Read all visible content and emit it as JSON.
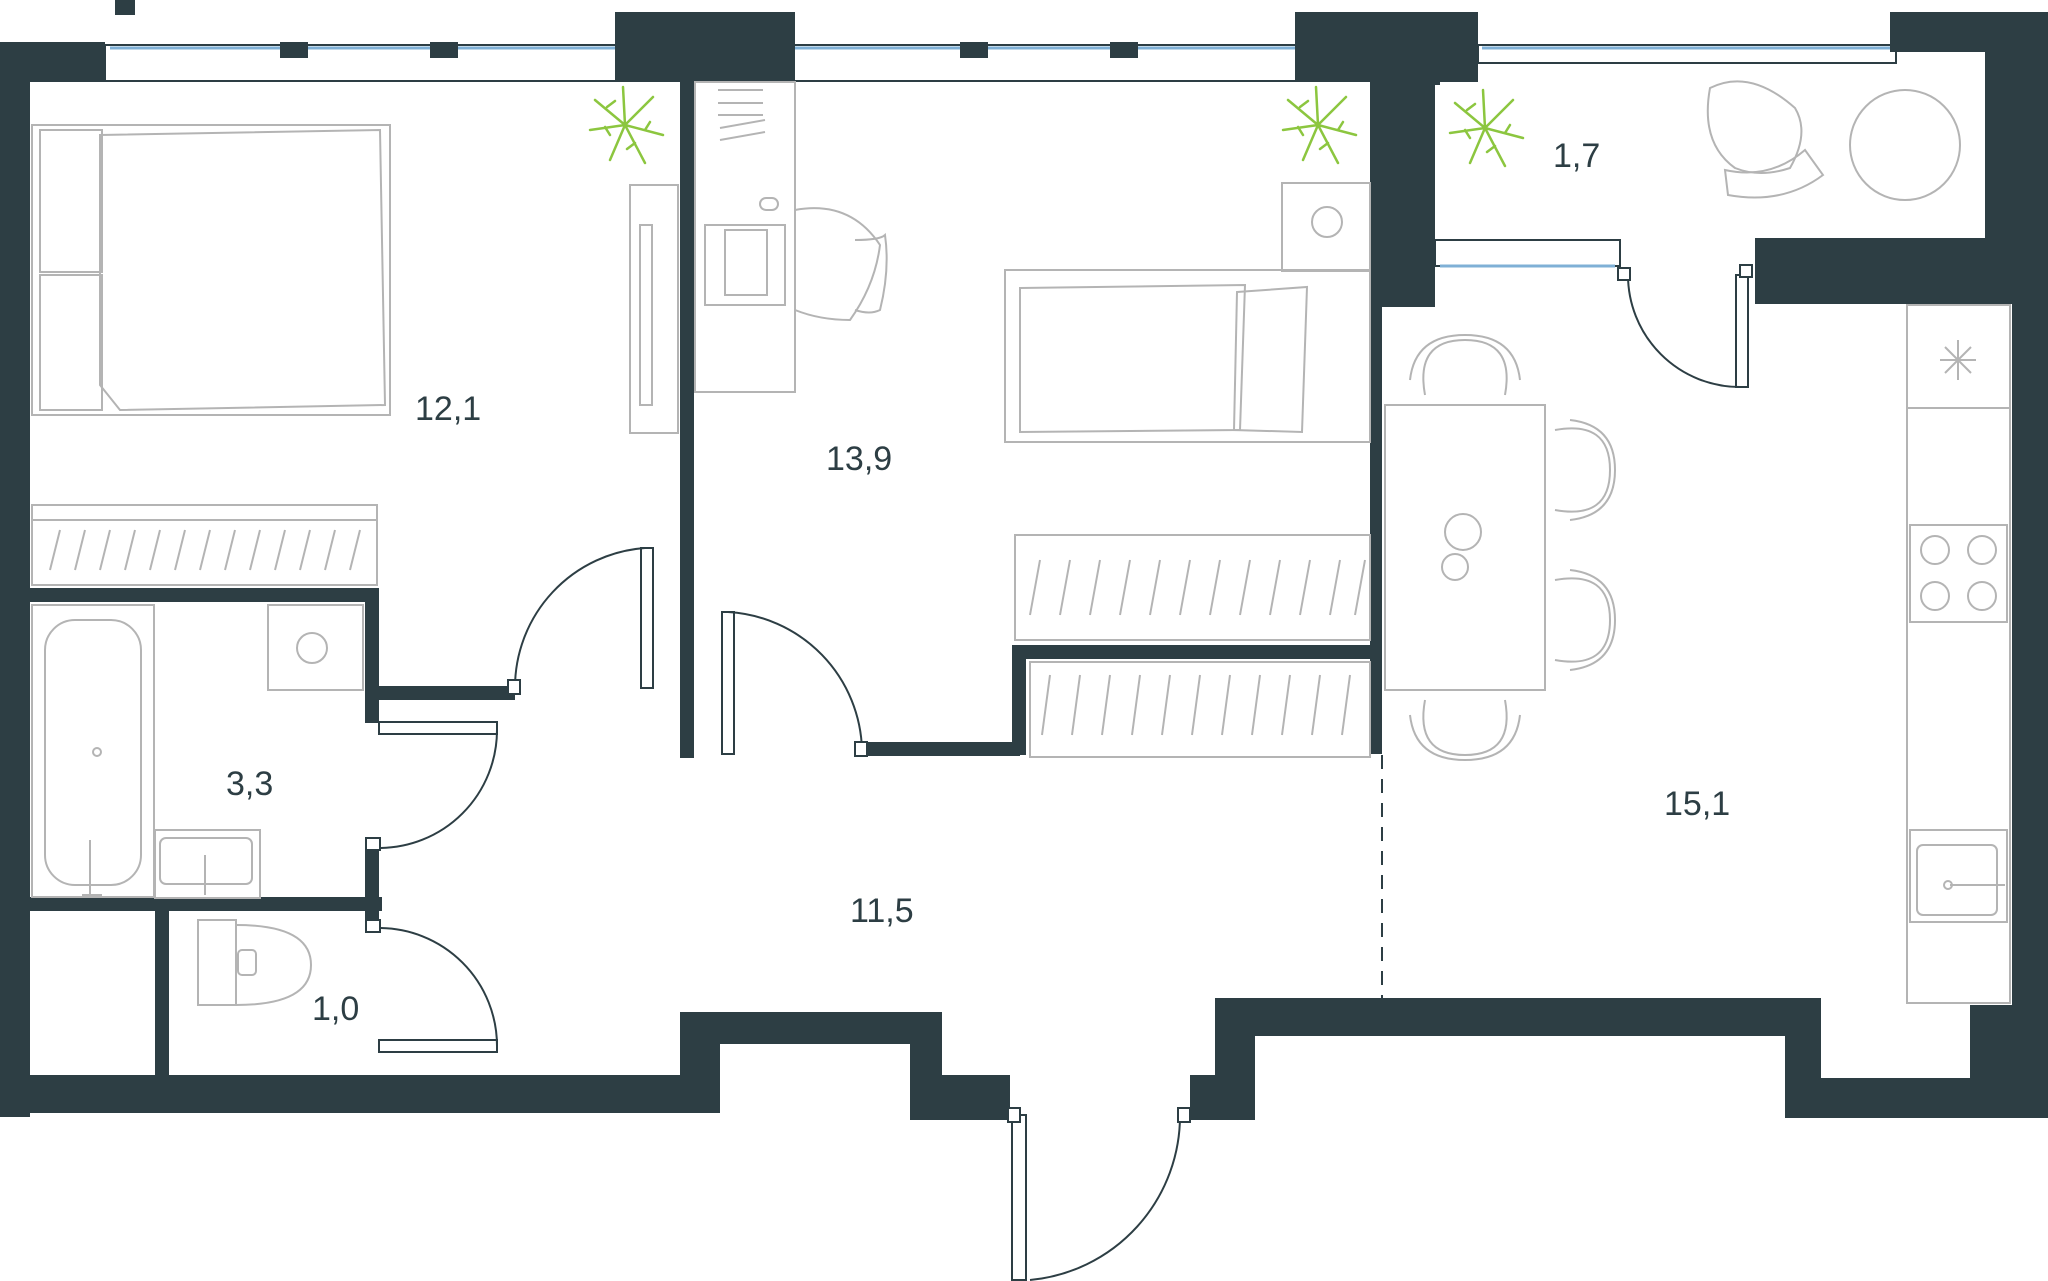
{
  "plan": {
    "rooms": [
      {
        "id": "bedroom-1",
        "area": "12,1"
      },
      {
        "id": "bedroom-2",
        "area": "13,9"
      },
      {
        "id": "balcony",
        "area": "1,7"
      },
      {
        "id": "bathroom",
        "area": "3,3"
      },
      {
        "id": "hallway",
        "area": "11,5"
      },
      {
        "id": "toilet",
        "area": "1,0"
      },
      {
        "id": "kitchen-living",
        "area": "15,1"
      }
    ],
    "colors": {
      "wall": "#2d3e44",
      "furniture": "#b4b4b4",
      "plant": "#8cc63f",
      "glass": "#7fb0d6"
    },
    "icons": [
      "plant-icon",
      "bed-icon",
      "wardrobe-icon",
      "bathtub-icon",
      "sink-icon",
      "toilet-icon",
      "washing-machine-icon",
      "desk-icon",
      "chair-icon",
      "dining-table-icon",
      "stove-icon",
      "door-icon",
      "window-icon"
    ]
  }
}
